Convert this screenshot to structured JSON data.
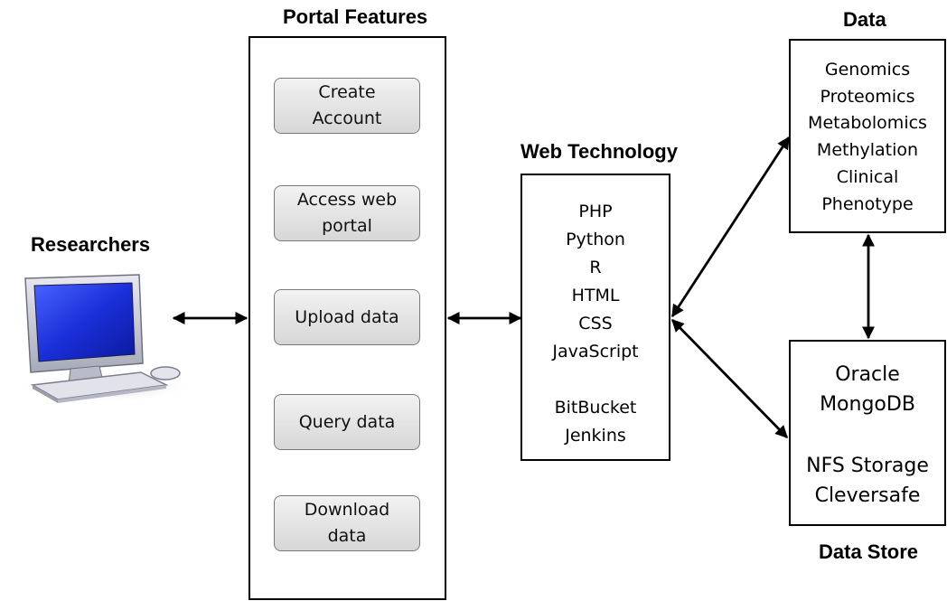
{
  "headings": {
    "portal_features": "Portal Features",
    "web_technology": "Web Technology",
    "data": "Data",
    "data_store": "Data Store",
    "researchers": "Researchers"
  },
  "portal_features": [
    {
      "line1": "Create",
      "line2": "Account"
    },
    {
      "line1": "Access web",
      "line2": "portal"
    },
    {
      "line1": "Upload data",
      "line2": ""
    },
    {
      "line1": "Query data",
      "line2": ""
    },
    {
      "line1": "Download",
      "line2": "data"
    }
  ],
  "web_technology": {
    "languages": [
      "PHP",
      "Python",
      "R",
      "HTML",
      "CSS",
      "JavaScript"
    ],
    "tools": [
      "BitBucket",
      "Jenkins"
    ]
  },
  "data": {
    "types": [
      "Genomics",
      "Proteomics",
      "Metabolomics",
      "Methylation",
      "Clinical",
      "Phenotype"
    ]
  },
  "data_store": {
    "databases": [
      "Oracle",
      "MongoDB"
    ],
    "storage": [
      "NFS Storage",
      "Cleversafe"
    ]
  },
  "icons": {
    "researchers": "desktop-computer-icon"
  },
  "colors": {
    "screen": "#1a2fd8",
    "monitor_frame": "#c9ccd8",
    "button_border": "#7a7a7a"
  }
}
